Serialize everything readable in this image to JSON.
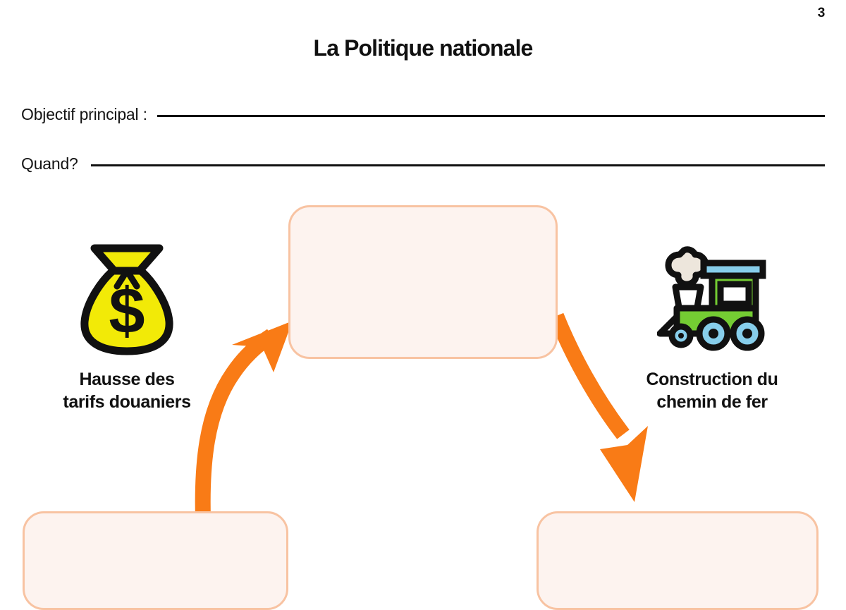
{
  "page": {
    "number": "3",
    "title": "La Politique nationale",
    "background_color": "#FFFFFF"
  },
  "prompts": [
    {
      "label": "Objectif principal :",
      "value": "",
      "rule": true
    },
    {
      "label": "Quand?",
      "value": "",
      "rule": true
    }
  ],
  "diagram": {
    "boxes": [
      {
        "id": "center",
        "text": "",
        "fill": "#FDF3EF",
        "border": "#F8C3A2"
      },
      {
        "id": "bottom-left",
        "text": "",
        "fill": "#FDF3EF",
        "border": "#F8C3A2"
      },
      {
        "id": "bottom-right",
        "text": "",
        "fill": "#FDF3EF",
        "border": "#F8C3A2"
      }
    ],
    "arrows": [
      {
        "id": "left-arrow-up",
        "color": "#F97B16",
        "direction": "up-right",
        "from": "bottom-left-box",
        "to": "center-box"
      },
      {
        "id": "right-arrow-down",
        "color": "#F97B16",
        "direction": "down",
        "from": "center-box",
        "to": "bottom-right-box"
      }
    ],
    "items": [
      {
        "icon": "money-bag-icon",
        "caption_line1": "Hausse des",
        "caption_line2": "tarifs douaniers",
        "colors": {
          "bag": "#F2EA07",
          "outline": "#111111"
        }
      },
      {
        "icon": "train-icon",
        "caption_line1": "Construction du",
        "caption_line2": "chemin de fer",
        "colors": {
          "body": "#74CC33",
          "roof": "#87CEEB",
          "wheels": "#87CEEB",
          "smoke": "#EDE6DC",
          "outline": "#111111"
        }
      }
    ]
  }
}
